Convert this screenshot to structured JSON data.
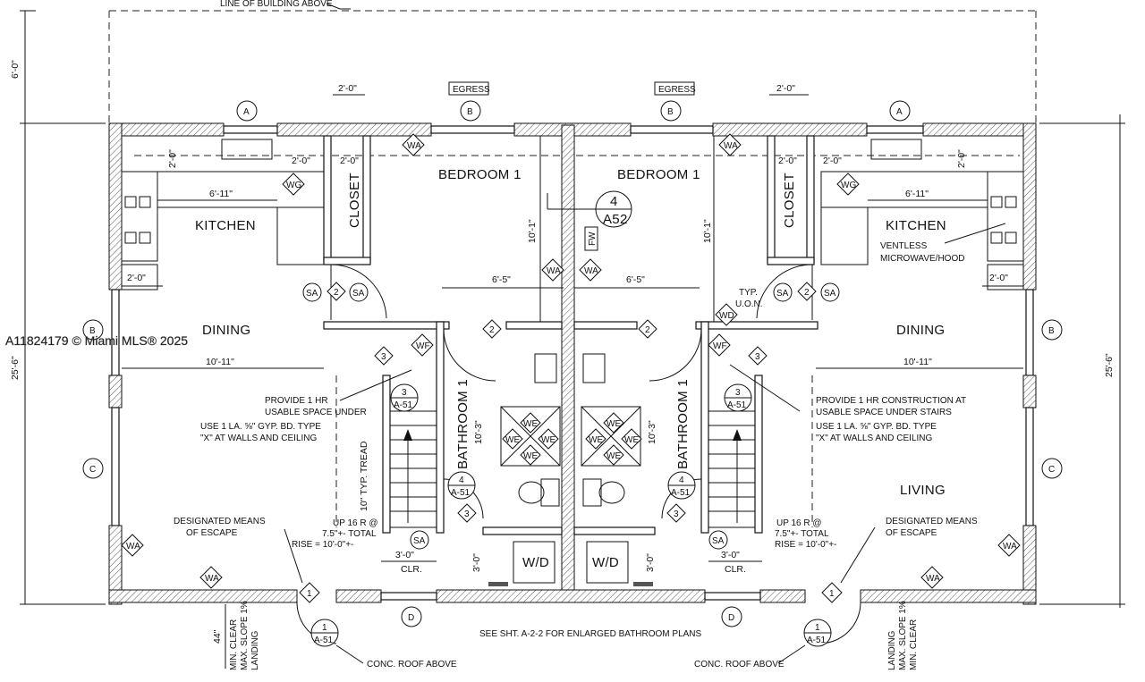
{
  "plan": {
    "building_line_note": "LINE OF BUILDING ABOVE",
    "egress_tag": "EGRESS",
    "grid": {
      "a": "A",
      "b": "B",
      "c": "C",
      "d": "D"
    },
    "dims": {
      "top_offset": "6'-0\"",
      "overall_depth": "25'-6\"",
      "closet_width": "2'-0\"",
      "kitchen_width": "6'-11\"",
      "dining_width": "10'-11\"",
      "bed_width": "6'-5\"",
      "bed_depth": "10'-1\"",
      "bath_depth": "10'-3\"",
      "tread": "10\" TYP. TREAD",
      "clear": "3'-0\"",
      "clr": "CLR.",
      "landing_44": "44\""
    },
    "rooms": {
      "bedroom": "BEDROOM 1",
      "kitchen": "KITCHEN",
      "closet": "CLOSET",
      "dining": "DINING",
      "bathroom": "BATHROOM 1",
      "living": "LIVING",
      "wd": "W/D"
    },
    "tags": {
      "wa": "WA",
      "wg": "WG",
      "wf": "WF",
      "wd": "WD",
      "sa": "SA",
      "we": "WE",
      "fw": "FW"
    },
    "callouts": {
      "detail_4": "4",
      "detail_a52": "A52",
      "num_1": "1",
      "num_2": "2",
      "num_3": "3",
      "num_4": "4",
      "ref_a51": "A-51"
    },
    "notes": {
      "hr_left_1": "PROVIDE 1 HR",
      "hr_left_2": "USABLE SPACE UNDER",
      "hr_right_1": "PROVIDE 1 HR CONSTRUCTION AT",
      "hr_right_2": "USABLE SPACE UNDER STAIRS",
      "gyp_1": "USE 1 LA. ⅝\" GYP. BD. TYPE",
      "gyp_2": "\"X\" AT WALLS AND CEILING",
      "escape_1": "DESIGNATED MEANS",
      "escape_2": "OF ESCAPE",
      "stair_1": "UP 16 R @",
      "stair_2": "7.5\"+- TOTAL",
      "stair_3": "RISE = 10'-0\"+-",
      "microwave_1": "VENTLESS",
      "microwave_2": "MICROWAVE/HOOD",
      "typ_1": "TYP.",
      "typ_2": "U.O.N.",
      "concrete_roof": "CONC. ROOF ABOVE",
      "landing_1": "MIN. CLEAR",
      "landing_2": "MAX. SLOPE 1%",
      "landing_3": "LANDING",
      "bath_ref": "SEE SHT. A-2-2 FOR ENLARGED BATHROOM PLANS"
    },
    "watermark": "A11824179 © Miami MLS® 2025"
  }
}
